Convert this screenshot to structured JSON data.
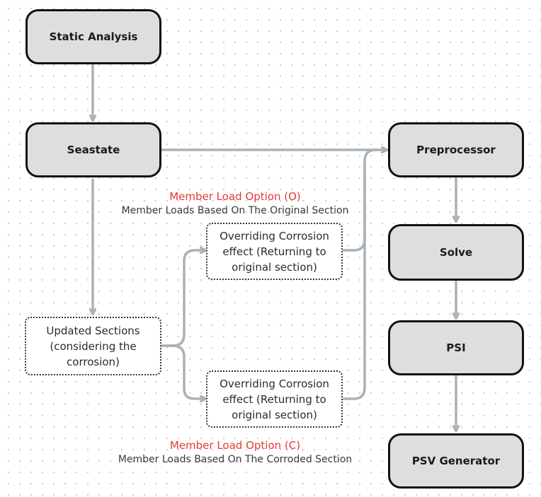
{
  "nodes": {
    "static_analysis": "Static Analysis",
    "seastate": "Seastate",
    "preprocessor": "Preprocessor",
    "solve": "Solve",
    "psi": "PSI",
    "psv_generator": "PSV Generator",
    "updated_sections": "Updated Sections\n(considering the\ncorrosion)",
    "override_top": "Overriding Corrosion\neffect (Returning to\noriginal section)",
    "override_bottom": "Overriding Corrosion\neffect (Returning to\noriginal section)"
  },
  "annotations": {
    "option_o_title": "Member Load Option (O)",
    "option_o_desc": "Member Loads Based On The Original Section",
    "option_c_title": "Member Load Option (C)",
    "option_c_desc": "Member Loads Based On The Corroded Section"
  },
  "colors": {
    "connector": "#a9b2b8",
    "option_label": "#e53935",
    "node_fill": "#dedede"
  }
}
